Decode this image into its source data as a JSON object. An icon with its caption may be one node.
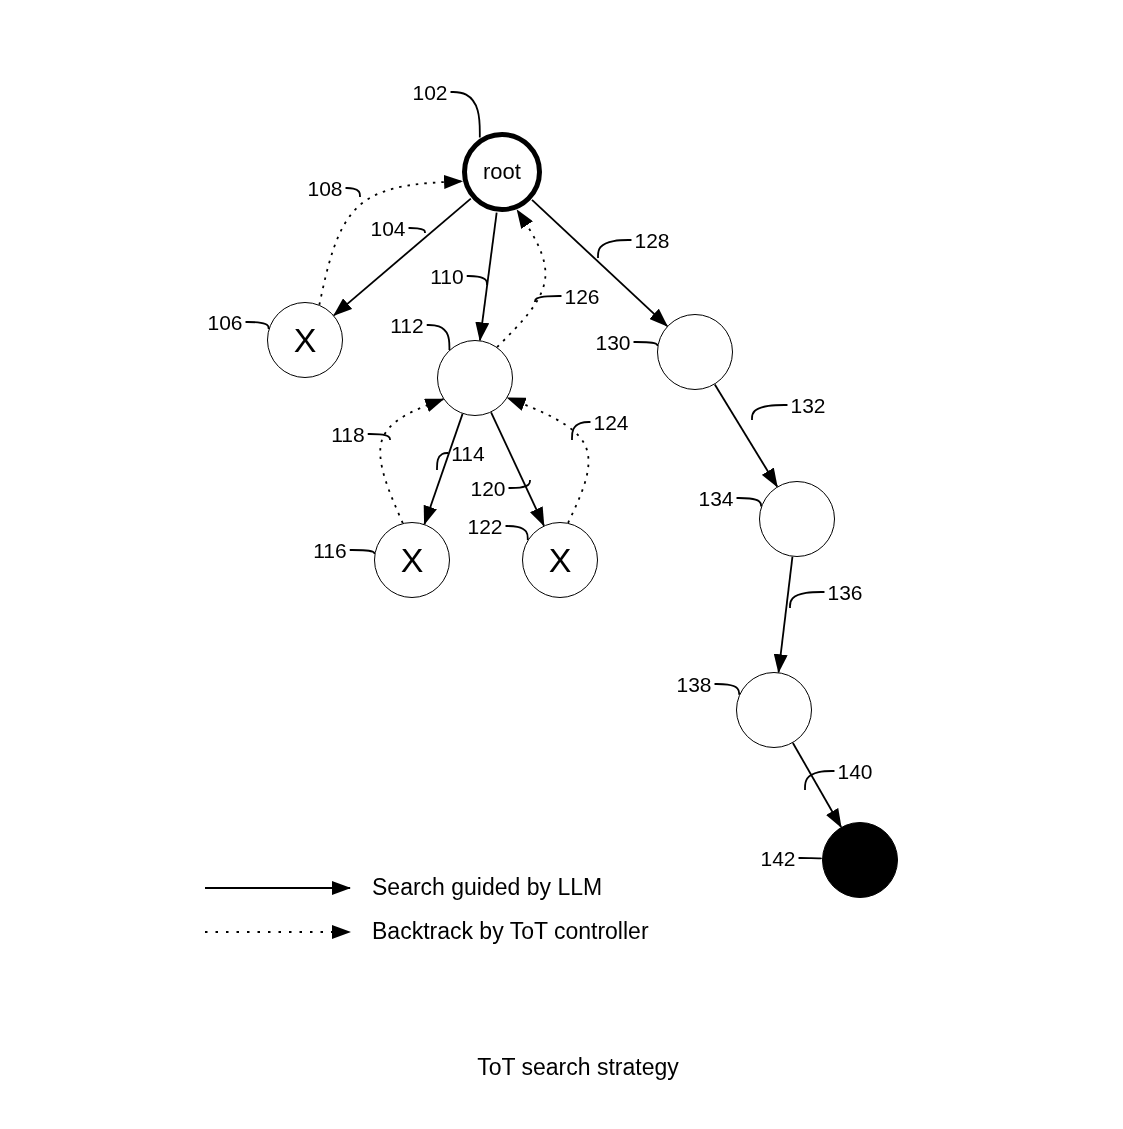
{
  "diagram": {
    "caption": "ToT search strategy",
    "nodes": [
      {
        "text": [
          "root"
        ]
      },
      {
        "text": [
          "X"
        ]
      },
      {
        "text": [],
        "shape": "circle"
      },
      {
        "text": [
          "X"
        ]
      },
      {
        "text": [
          "X"
        ]
      },
      {
        "text": [],
        "shape": "circle"
      },
      {
        "text": [],
        "shape": "circle"
      },
      {
        "text": [],
        "shape": "circle"
      },
      {
        "text": [],
        "shape": "circle"
      },
      {
        "text": [
          "102"
        ]
      },
      {
        "text": [
          "108"
        ]
      },
      {
        "text": [
          "104"
        ]
      },
      {
        "text": [
          "106"
        ]
      },
      {
        "text": [
          "110"
        ]
      },
      {
        "text": [
          "126"
        ]
      },
      {
        "text": [
          "128"
        ]
      },
      {
        "text": [
          "112"
        ]
      },
      {
        "text": [
          "130"
        ]
      },
      {
        "text": [
          "132"
        ]
      },
      {
        "text": [
          "118"
        ]
      },
      {
        "text": [
          "124"
        ]
      },
      {
        "text": [
          "114"
        ]
      },
      {
        "text": [
          "120"
        ]
      },
      {
        "text": [
          "134"
        ]
      },
      {
        "text": [
          "116"
        ]
      },
      {
        "text": [
          "122"
        ]
      },
      {
        "text": [
          "136"
        ]
      },
      {
        "text": [
          "138"
        ]
      },
      {
        "text": [
          "140"
        ]
      },
      {
        "text": [
          "142"
        ]
      }
    ],
    "edges": [
      {
        "from": 0,
        "to": 1,
        "arrow": "to"
      },
      {
        "from": 1,
        "to": 0,
        "arrow": "to",
        "style": "dashed"
      },
      {
        "from": 0,
        "to": 2,
        "arrow": "to"
      },
      {
        "from": 2,
        "to": 0,
        "arrow": "to",
        "style": "dashed"
      },
      {
        "from": 0,
        "to": 5,
        "arrow": "to"
      },
      {
        "from": 2,
        "to": 3,
        "arrow": "to"
      },
      {
        "from": 3,
        "to": 2,
        "arrow": "to",
        "style": "dashed"
      },
      {
        "from": 2,
        "to": 4,
        "arrow": "to"
      },
      {
        "from": 4,
        "to": 2,
        "arrow": "to",
        "style": "dashed"
      },
      {
        "from": 5,
        "to": 6,
        "arrow": "to"
      },
      {
        "from": 6,
        "to": 7,
        "arrow": "to"
      },
      {
        "from": 7,
        "to": 8,
        "arrow": "to"
      },
      {
        "from": 9,
        "to": 0,
        "arrow": "none"
      },
      {
        "from": 10,
        "to": null,
        "arrow": "none"
      },
      {
        "from": 11,
        "to": null,
        "arrow": "none"
      },
      {
        "from": 12,
        "to": 1,
        "arrow": "none"
      },
      {
        "from": 13,
        "to": null,
        "arrow": "none"
      },
      {
        "from": 14,
        "to": null,
        "arrow": "none"
      },
      {
        "from": 15,
        "to": null,
        "arrow": "none"
      },
      {
        "from": 16,
        "to": 2,
        "arrow": "none"
      },
      {
        "from": 17,
        "to": 5,
        "arrow": "none"
      },
      {
        "from": 18,
        "to": null,
        "arrow": "none"
      },
      {
        "from": 19,
        "to": null,
        "arrow": "none"
      },
      {
        "from": 20,
        "to": null,
        "arrow": "none"
      },
      {
        "from": 21,
        "to": null,
        "arrow": "none"
      },
      {
        "from": 22,
        "to": null,
        "arrow": "none"
      },
      {
        "from": 23,
        "to": 6,
        "arrow": "none"
      },
      {
        "from": 24,
        "to": 3,
        "arrow": "none"
      },
      {
        "from": 25,
        "to": 4,
        "arrow": "none"
      },
      {
        "from": 26,
        "to": null,
        "arrow": "none"
      },
      {
        "from": 27,
        "to": 7,
        "arrow": "none"
      },
      {
        "from": 28,
        "to": null,
        "arrow": "none"
      },
      {
        "from": 29,
        "to": 8,
        "arrow": "none"
      }
    ],
    "legend": [
      {
        "text": "Search guided by LLM"
      },
      {
        "text": "Backtrack by ToT controller"
      }
    ]
  }
}
